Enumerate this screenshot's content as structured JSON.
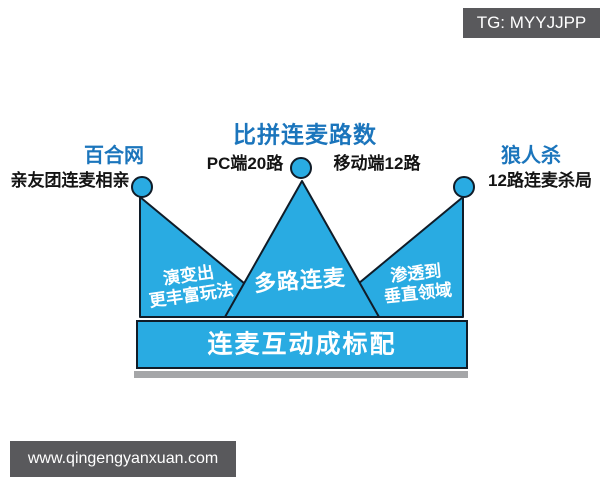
{
  "badges": {
    "telegram": "TG: MYYJJPP",
    "website": "www.qingengyanxuan.com"
  },
  "header": {
    "title": "比拼连麦路数",
    "pc_stat": "PC端20路",
    "mobile_stat": "移动端12路"
  },
  "left_annotation": {
    "title": "百合网",
    "subtitle": "亲友团连麦相亲"
  },
  "right_annotation": {
    "title": "狼人杀",
    "subtitle": "12路连麦杀局"
  },
  "crown": {
    "left_line1": "演变出",
    "left_line2": "更丰富玩法",
    "center_label": "多路连麦",
    "right_line1": "渗透到",
    "right_line2": "垂直领域",
    "base_label": "连麦互动成标配"
  },
  "colors": {
    "crown_fill": "#29abe2",
    "crown_outline": "#101c28",
    "title_blue": "#1b75bc",
    "badge_bg": "#59595c",
    "shadow_gray": "#a5a6a8",
    "text_dark": "#141414",
    "text_white": "#ffffff"
  }
}
